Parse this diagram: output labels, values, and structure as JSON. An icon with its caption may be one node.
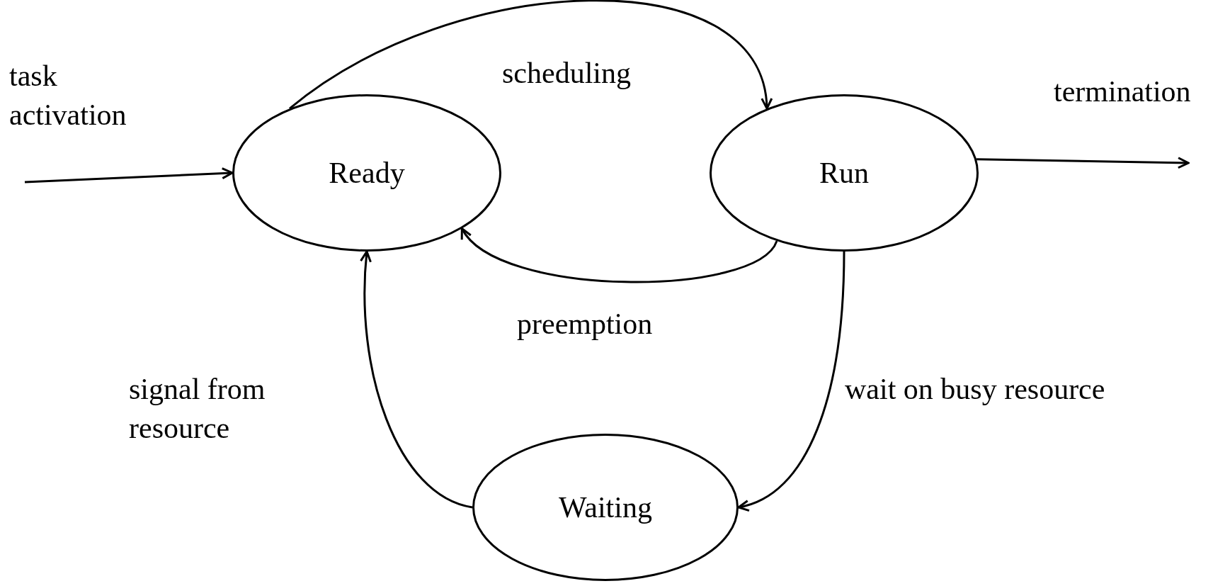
{
  "diagram": {
    "nodes": [
      {
        "text": [
          "Ready"
        ]
      },
      {
        "text": [
          "Run"
        ]
      },
      {
        "text": [
          "Waiting"
        ]
      }
    ],
    "edges": [
      {
        "from": null,
        "to": 0,
        "arrow": "to",
        "label": "task activation"
      },
      {
        "from": 0,
        "to": 1,
        "arrow": "to",
        "label": "scheduling"
      },
      {
        "from": 1,
        "to": 0,
        "arrow": "to",
        "label": "preemption"
      },
      {
        "from": 1,
        "to": 2,
        "arrow": "to",
        "label": "wait on busy resource"
      },
      {
        "from": 2,
        "to": 0,
        "arrow": "to",
        "label": "signal from resource"
      },
      {
        "from": 1,
        "to": null,
        "arrow": "to",
        "label": "termination"
      }
    ]
  }
}
